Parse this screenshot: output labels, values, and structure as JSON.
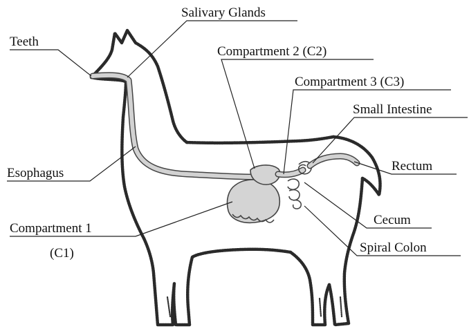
{
  "labels": {
    "teeth": "Teeth",
    "salivary_glands": "Salivary Glands",
    "compartment_2": "Compartment 2 (C2)",
    "compartment_3": "Compartment 3 (C3)",
    "small_intestine": "Small Intestine",
    "esophagus": "Esophagus",
    "rectum": "Rectum",
    "compartment_1_line1": "Compartment 1",
    "compartment_1_line2": "(C1)",
    "cecum": "Cecum",
    "spiral_colon": "Spiral Colon"
  },
  "colors": {
    "organ_fill": "#d4d4d4",
    "outline": "#2a2a2a",
    "text": "#111111"
  }
}
